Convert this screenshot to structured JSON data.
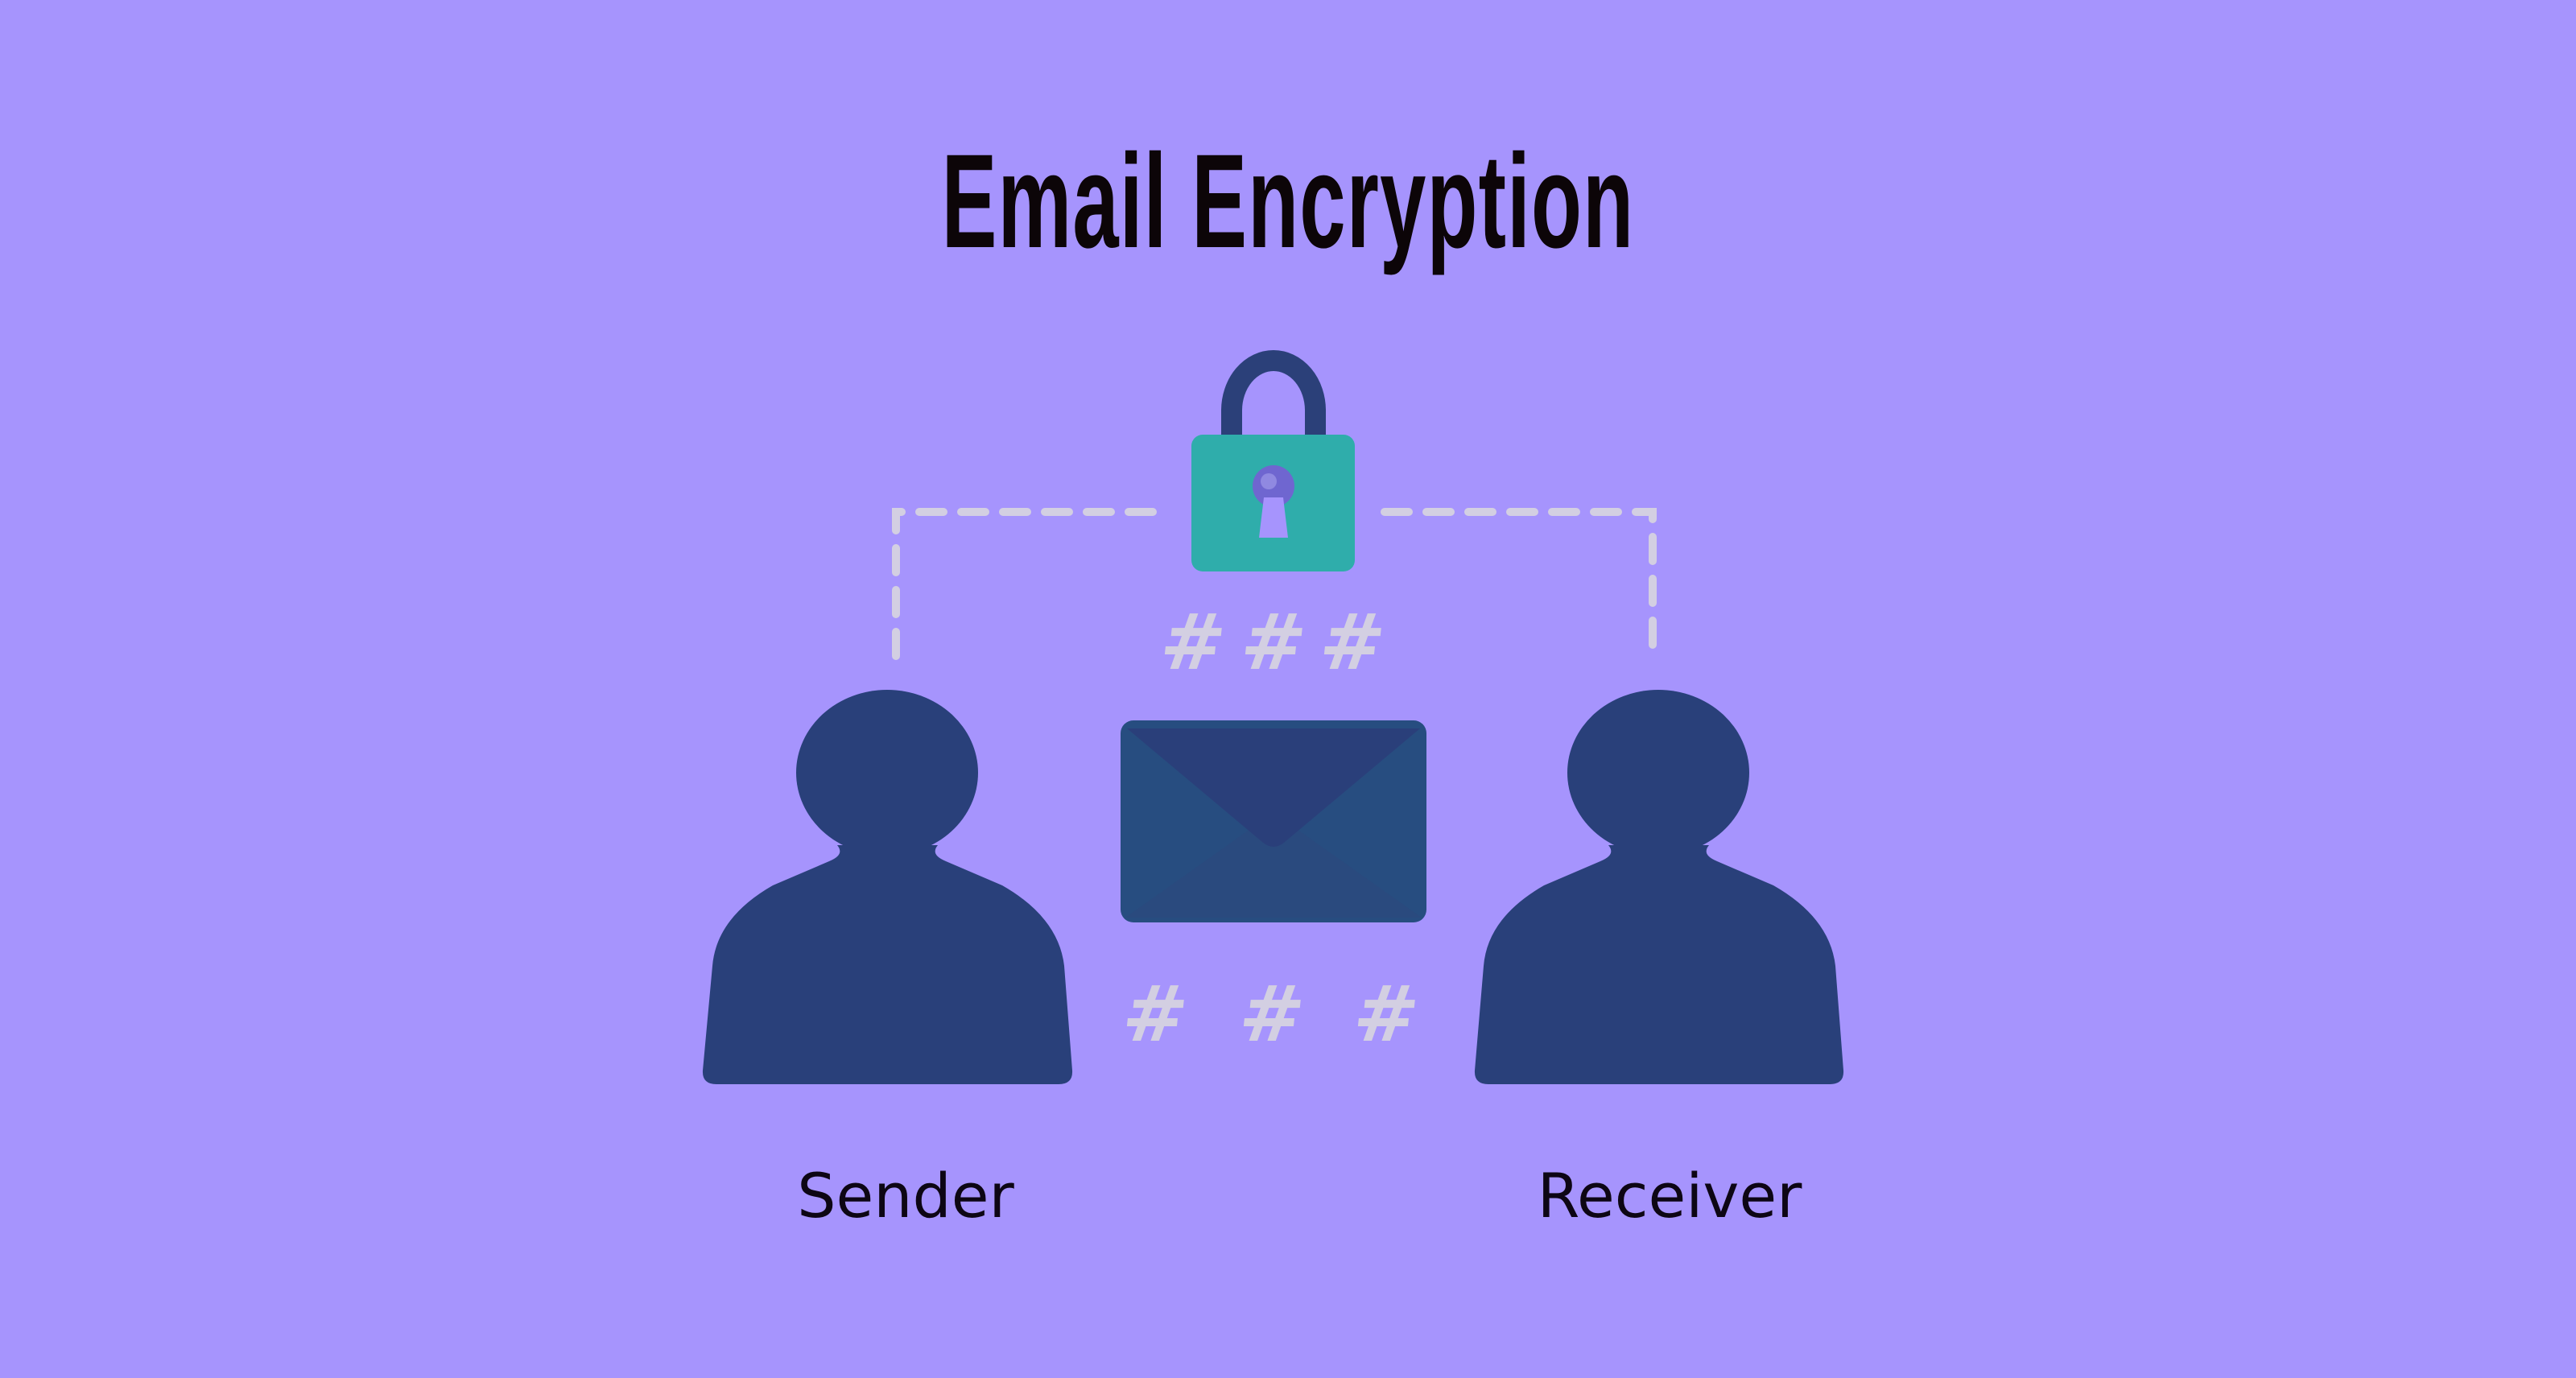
{
  "title": "Email Encryption",
  "labels": {
    "sender": "Sender",
    "receiver": "Receiver"
  },
  "cipher_symbols": {
    "top": [
      "#",
      "#",
      "#"
    ],
    "bottom": [
      "#",
      "#",
      "#"
    ]
  },
  "icons": {
    "lock": "padlock-icon",
    "envelope": "envelope-icon",
    "sender": "person-icon",
    "receiver": "person-icon"
  },
  "colors": {
    "background": "#a694fd",
    "person": "#29407a",
    "lock_body": "#2fadab",
    "lock_shackle": "#2b4079",
    "envelope": "#274d80",
    "envelope_flap": "#2a3f7a",
    "dashed_line": "#d3cfe2",
    "text": "#0c0508"
  }
}
